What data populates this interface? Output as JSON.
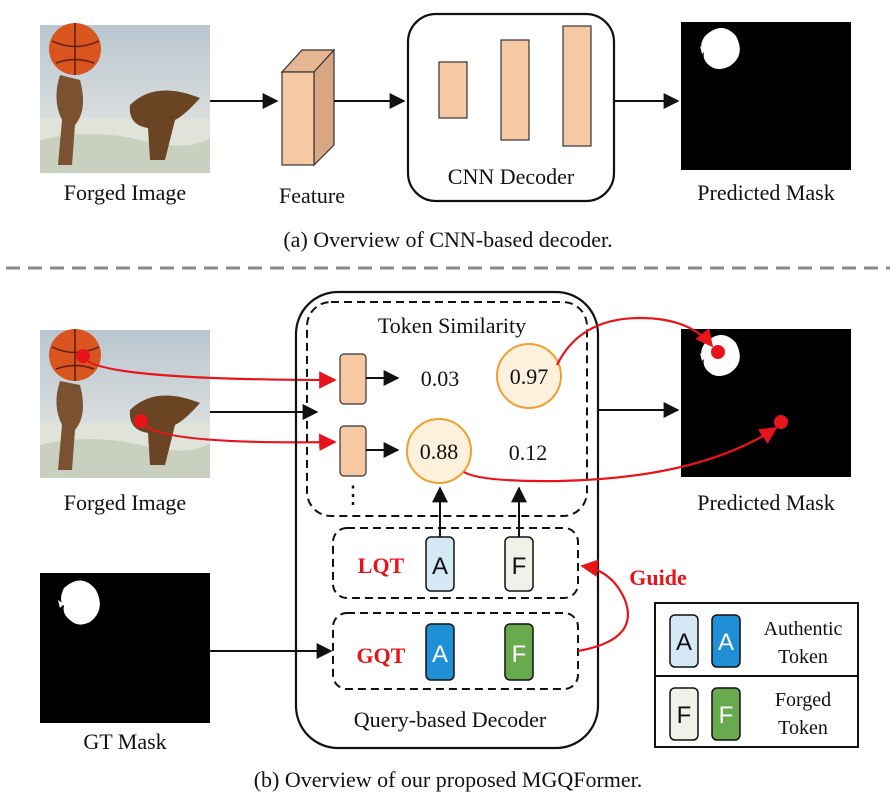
{
  "part_a": {
    "forged_image": "Forged Image",
    "feature": "Feature",
    "decoder": "CNN Decoder",
    "predicted_mask": "Predicted Mask",
    "caption": "(a) Overview of CNN-based decoder."
  },
  "part_b": {
    "forged_image": "Forged Image",
    "gt_mask": "GT Mask",
    "predicted_mask": "Predicted Mask",
    "token_similarity": "Token Similarity",
    "query_decoder": "Query-based Decoder",
    "scores": {
      "row1_a": "0.03",
      "row1_b": "0.97",
      "row2_a": "0.88",
      "row2_b": "0.12"
    },
    "ellipsis": "⋮",
    "lqt": "LQT",
    "gqt": "GQT",
    "guide": "Guide",
    "token_a": "A",
    "token_f": "F",
    "legend": {
      "authentic_line1": "Authentic",
      "authentic_line2": "Token",
      "forged_line1": "Forged",
      "forged_line2": "Token"
    },
    "caption": "(b) Overview of our proposed MGQFormer."
  },
  "colors": {
    "feature_fill": "#f6c9a4",
    "feature_side": "#d9a683",
    "highlight_stroke": "#f0a030",
    "highlight_fill": "#fdf0dd",
    "arrow_red": "#e8141b",
    "authentic_light": "#d5e8f5",
    "authentic_dark": "#1f8fd6",
    "forged_light": "#eef2e8",
    "forged_dark": "#6aaa4f",
    "label_red": "#e8141b"
  }
}
